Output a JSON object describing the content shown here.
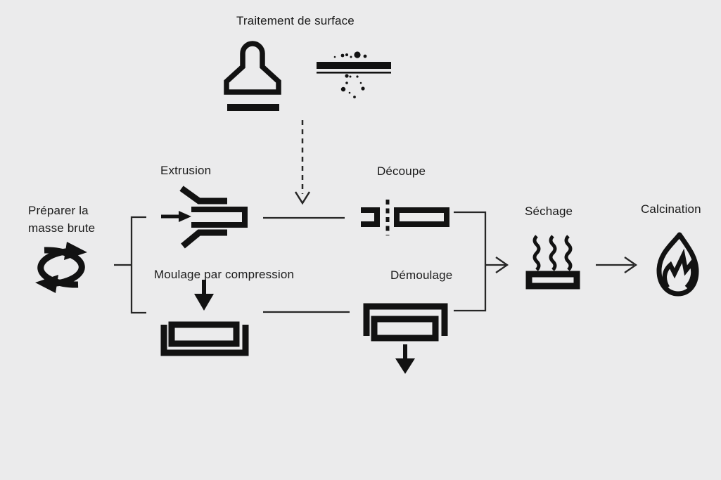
{
  "diagram": {
    "background_color": "#ebebec",
    "ink_color": "#121212",
    "line_color": "#262626",
    "nodes": {
      "preparer": {
        "label_line1": "Préparer la",
        "label_line2": "masse brute",
        "icon": "mixing-cycle-arrows-icon"
      },
      "extrusion": {
        "label": "Extrusion",
        "icon": "extrusion-die-icon"
      },
      "moulage": {
        "label": "Moulage par compression",
        "icon": "compression-mold-icon"
      },
      "traitement": {
        "label": "Traitement de surface",
        "icon_left": "tamper-tool-icon",
        "icon_right": "surface-spray-icon"
      },
      "decoupe": {
        "label": "Découpe",
        "icon": "cutting-dashed-line-icon"
      },
      "demoulage": {
        "label": "Démoulage",
        "icon": "demolding-icon"
      },
      "sechage": {
        "label": "Séchage",
        "icon": "drying-heat-waves-icon"
      },
      "calcination": {
        "label": "Calcination",
        "icon": "flame-icon"
      }
    },
    "edges": [
      {
        "from": "preparer",
        "to": "extrusion",
        "style": "solid-line"
      },
      {
        "from": "preparer",
        "to": "moulage",
        "style": "solid-line"
      },
      {
        "from": "extrusion",
        "to": "decoupe",
        "style": "solid-line"
      },
      {
        "from": "moulage",
        "to": "demoulage",
        "style": "solid-line"
      },
      {
        "from": "decoupe",
        "to": "sechage",
        "style": "arrow"
      },
      {
        "from": "demoulage",
        "to": "sechage",
        "style": "arrow"
      },
      {
        "from": "sechage",
        "to": "calcination",
        "style": "arrow"
      },
      {
        "from": "traitement",
        "to": "extrusion-output",
        "style": "dashed-arrow"
      }
    ]
  }
}
